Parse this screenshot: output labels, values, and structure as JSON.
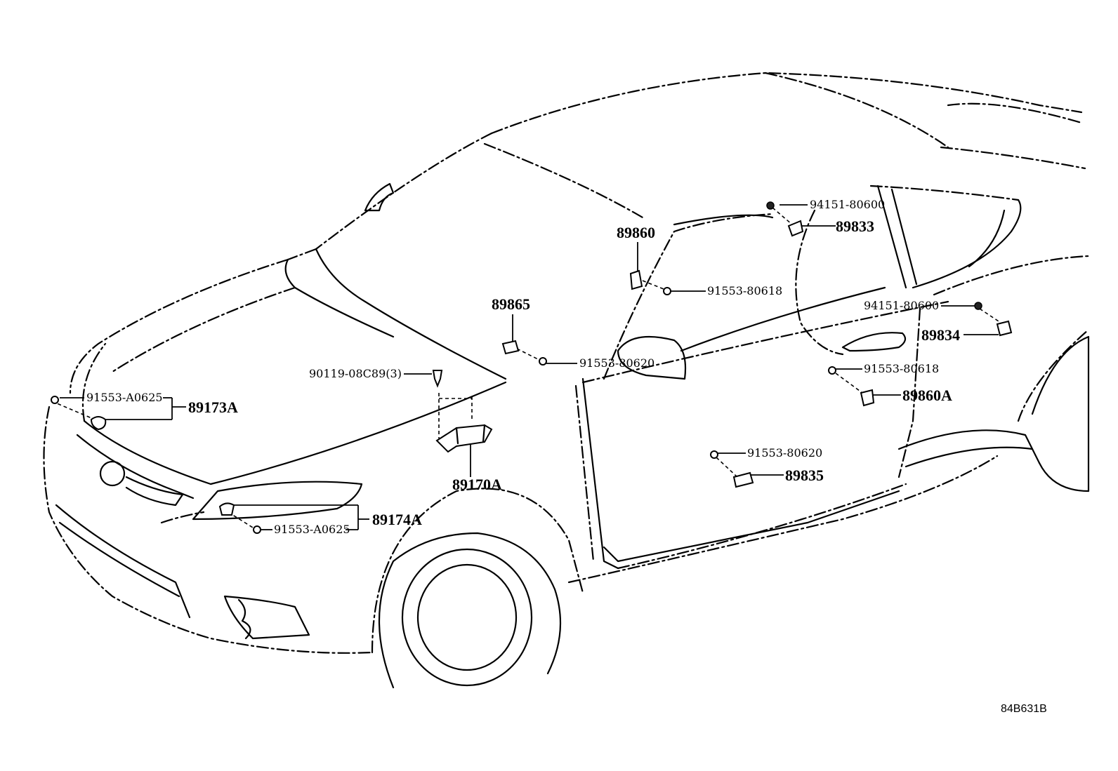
{
  "diagram_id": "84B631B",
  "labels": {
    "p94151_top": "94151-80600",
    "p89833": "89833",
    "p89860": "89860",
    "p91553_80618_top": "91553-80618",
    "p94151_right": "94151-80600",
    "p89834": "89834",
    "p89865": "89865",
    "p91553_80620_mid": "91553-80620",
    "p91553_80618_right": "91553-80618",
    "p89860A": "89860A",
    "p90119": "90119-08C89(3)",
    "p91553_A0625_left": "91553-A0625",
    "p89173A": "89173A",
    "p91553_80620_low": "91553-80620",
    "p89835": "89835",
    "p89170A": "89170A",
    "p89174A": "89174A",
    "p91553_A0625_low": "91553-A0625"
  }
}
